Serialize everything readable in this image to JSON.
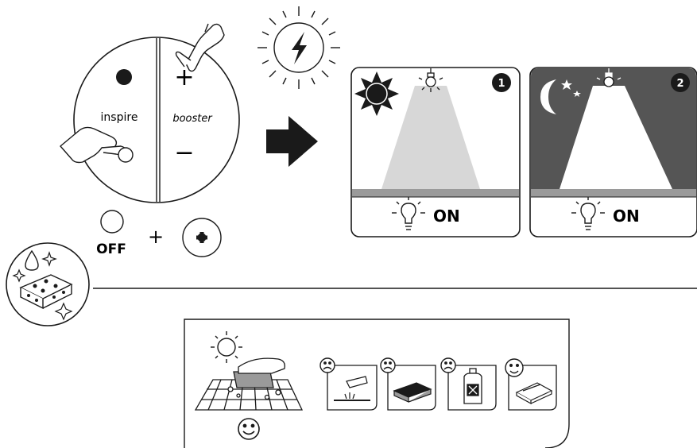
{
  "remote": {
    "left_label": "inspire",
    "right_label": "booster",
    "plus_symbol": "+",
    "minus_symbol": "−"
  },
  "off_combo": {
    "off_label": "OFF",
    "plus_label": "+"
  },
  "panels": [
    {
      "number": "1",
      "scene": "day",
      "status": "ON"
    },
    {
      "number": "2",
      "scene": "night",
      "status": "ON"
    }
  ],
  "cleaning": {
    "faces": [
      "sad",
      "sad",
      "sad",
      "happy"
    ],
    "items": [
      "abrasive-liquid-icon",
      "scouring-sponge-icon",
      "chemical-bottle-icon",
      "soft-cloth-icon"
    ]
  },
  "colors": {
    "dark_panel": "#555555",
    "light_beam": "#d7d7d7",
    "floor_stripe": "#9a9a9a",
    "ink": "#1a1a1a"
  }
}
